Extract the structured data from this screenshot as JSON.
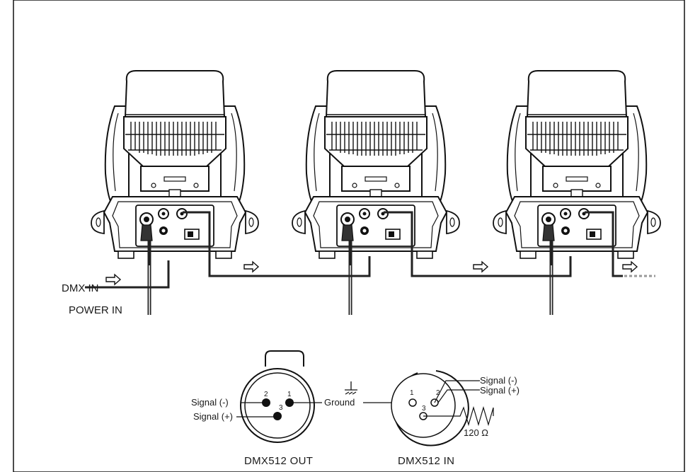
{
  "labels": {
    "dmx_in": "DMX IN",
    "power_in": "POWER IN"
  },
  "connectors": {
    "out": {
      "title": "DMX512 OUT",
      "signal_minus": "Signal (-)",
      "signal_plus": "Signal (+)",
      "pins": [
        "2",
        "1",
        "3"
      ]
    },
    "in": {
      "title": "DMX512 IN",
      "signal_minus": "Signal (-)",
      "signal_plus": "Signal (+)",
      "pins": [
        "1",
        "2",
        "3"
      ],
      "resistor": "120 Ω"
    },
    "ground": "Ground"
  },
  "fixtures": [
    "fixture-1",
    "fixture-2",
    "fixture-3"
  ]
}
